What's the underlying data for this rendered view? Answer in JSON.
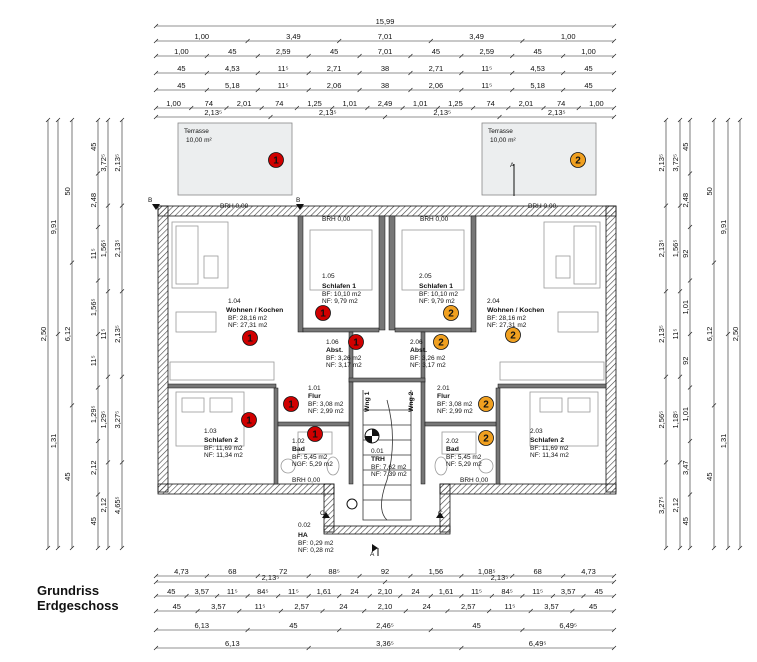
{
  "title": {
    "line1": "Grundriss",
    "line2": "Erdgeschoss"
  },
  "dims_top": [
    [
      "15,99"
    ],
    [
      "1,00",
      "3,49",
      "7,01",
      "3,49",
      "1,00"
    ],
    [
      "1,00",
      "45",
      "2,59",
      "45",
      "7,01",
      "45",
      "2,59",
      "45",
      "1,00"
    ],
    [
      "45",
      "4,53",
      "11⁵",
      "2,71",
      "38",
      "2,71",
      "11⁵",
      "4,53",
      "45"
    ],
    [
      "45",
      "5,18",
      "11⁵",
      "2,06",
      "38",
      "2,06",
      "11⁵",
      "5,18",
      "45"
    ],
    [
      "1,00",
      "74",
      "2,01",
      "74",
      "1,25",
      "1,01",
      "2,49",
      "1,01",
      "1,25",
      "74",
      "2,01",
      "74",
      "1,00"
    ],
    [
      "2,13⁵",
      "2,13⁵",
      "2,13⁵",
      "2,13⁵"
    ]
  ],
  "dims_bottom": [
    [
      "4,73",
      "68",
      "72",
      "88⁵",
      "92",
      "1,56",
      "1,08⁵",
      "68",
      "4,73"
    ],
    [
      "2,13⁵",
      "2,13⁵"
    ],
    [
      "45",
      "3,57",
      "11⁵",
      "84⁵",
      "11⁵",
      "1,61",
      "24",
      "2,10",
      "24",
      "1,61",
      "11⁵",
      "84⁵",
      "11⁵",
      "3,57",
      "45"
    ],
    [
      "45",
      "3,57",
      "11⁵",
      "2,57",
      "24",
      "2,10",
      "24",
      "2,57",
      "11⁵",
      "3,57",
      "45"
    ],
    [
      "6,13",
      "45",
      "2,46⁵",
      "45",
      "6,49⁵"
    ],
    [
      "6,13",
      "3,36⁵",
      "6,49⁵"
    ]
  ],
  "dims_left": [
    [
      "2,50"
    ],
    [
      "9,91",
      "1,31"
    ],
    [
      "50",
      "6,12",
      "45"
    ],
    [
      "45",
      "2,48",
      "11⁵",
      "1,56⁵",
      "11⁵",
      "1,29⁵",
      "2,12",
      "45"
    ],
    [
      "3,72⁵",
      "1,56⁵",
      "11⁵",
      "1,29⁵",
      "2,12"
    ],
    [
      "2,13⁵",
      "2,13⁵",
      "2,13⁵",
      "3,27⁵",
      "4,65⁵"
    ]
  ],
  "dims_right": [
    [
      "2,50"
    ],
    [
      "9,91",
      "1,31"
    ],
    [
      "50",
      "6,12",
      "45"
    ],
    [
      "45",
      "2,48",
      "92",
      "1,01",
      "92",
      "1,01",
      "3,47",
      "45"
    ],
    [
      "3,72⁵",
      "1,56⁵",
      "11⁵",
      "1,18⁵",
      "2,12"
    ],
    [
      "2,13⁵",
      "2,13⁵",
      "2,13⁵",
      "2,56⁵",
      "3,27⁵"
    ]
  ],
  "rooms": [
    {
      "id": "terrasse-left",
      "name": "Terrasse",
      "area": "10,00 m²"
    },
    {
      "id": "terrasse-right",
      "name": "Terrasse",
      "area": "10,00 m²"
    },
    {
      "num": "1.04",
      "name": "Wohnen / Kochen",
      "bf": "BF:  28,16 m2",
      "nf": "NF:  27,31 m2"
    },
    {
      "num": "1.05",
      "name": "Schlafen 1",
      "bf": "BF:  10,10 m2",
      "nf": "NF:  9,79 m2"
    },
    {
      "num": "1.06",
      "name": "Abst.",
      "bf": "BF:  3,26 m2",
      "nf": "NF:  3,17 m2"
    },
    {
      "num": "1.01",
      "name": "Flur",
      "bf": "BF:  3,08 m2",
      "nf": "NF:  2,99 m2"
    },
    {
      "num": "1.03",
      "name": "Schlafen 2",
      "bf": "BF:  11,69 m2",
      "nf": "NF:  11,34 m2"
    },
    {
      "num": "1.02",
      "name": "Bad",
      "bf": "BF:  5,45 m2",
      "nf": "NGF:  5,29 m2"
    },
    {
      "num": "0.01",
      "name": "TRH",
      "bf": "BF:  7,62 m2",
      "nf": "NF:  7,39 m2"
    },
    {
      "num": "2.05",
      "name": "Schlafen 1",
      "bf": "BF:  10,10 m2",
      "nf": "NF:  9,79 m2"
    },
    {
      "num": "2.04",
      "name": "Wohnen / Kochen",
      "bf": "BF:  28,16 m2",
      "nf": "NF:  27,31 m2"
    },
    {
      "num": "2.06",
      "name": "Abst.",
      "bf": "BF:  3,26 m2",
      "nf": "NF:  3,17 m2"
    },
    {
      "num": "2.01",
      "name": "Flur",
      "bf": "BF:  3,08 m2",
      "nf": "NF:  2,99 m2"
    },
    {
      "num": "2.02",
      "name": "Bad",
      "bf": "BF:  5,45 m2",
      "nf": "NF:  5,29 m2"
    },
    {
      "num": "2.03",
      "name": "Schlafen 2",
      "bf": "BF:  11,69 m2",
      "nf": "NF:  11,34 m2"
    },
    {
      "num": "0.02",
      "name": "HA",
      "bf": "BF:  0,29 m2",
      "nf": "NF:  0,28 m2"
    }
  ],
  "labels": {
    "brh": "BRH 0,00",
    "wng1": "Wng 1",
    "wng2": "Wng 2",
    "sec_b": "B",
    "sec_c": "C",
    "sec_a": "A"
  },
  "markers": {
    "unit1": "1",
    "unit2": "2",
    "unit1_color": "#d00000",
    "unit2_color": "#f0a020"
  }
}
